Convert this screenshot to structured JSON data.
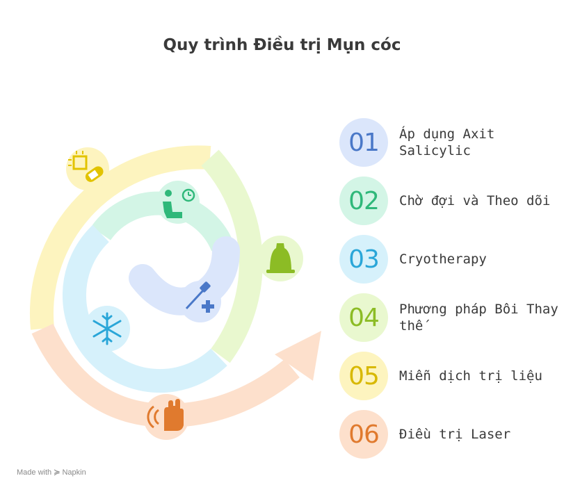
{
  "title": "Quy trình Điều trị Mụn cóc",
  "colors": {
    "step1": "#dbe6fb",
    "step1_text": "#4a78c8",
    "step2": "#d3f5e6",
    "step2_text": "#2fb87a",
    "step3": "#d6f1fb",
    "step3_text": "#2aa6d8",
    "step4": "#e9f8cf",
    "step4_text": "#8cbc25",
    "step5": "#fdf4bf",
    "step5_text": "#d8b800",
    "step6": "#fde0cc",
    "step6_text": "#e07a2e"
  },
  "steps": [
    {
      "number": "01",
      "label": "Áp dụng Axit Salicylic",
      "icon": "medicine-icon"
    },
    {
      "number": "02",
      "label": "Chờ đợi và Theo dõi",
      "icon": "waiting-room-icon"
    },
    {
      "number": "03",
      "label": "Cryotherapy",
      "icon": "snowflake-icon"
    },
    {
      "number": "04",
      "label": "Phương pháp Bôi Thay thế",
      "icon": "duct-tape-bell-icon"
    },
    {
      "number": "05",
      "label": "Miễn dịch trị liệu",
      "icon": "syringe-plus-icon"
    },
    {
      "number": "06",
      "label": "Điều trị Laser",
      "icon": "laser-hand-icon"
    }
  ],
  "footer": {
    "made_with": "Made with",
    "brand": "Napkin"
  }
}
